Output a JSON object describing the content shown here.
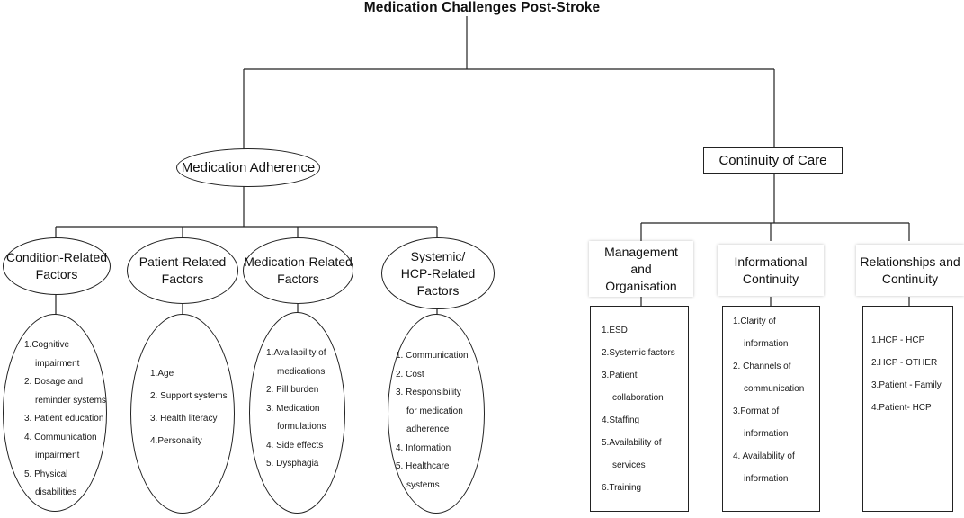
{
  "title": "Medication Challenges Post-Stroke",
  "branches": {
    "adherence": "Medication Adherence",
    "continuity": "Continuity of Care"
  },
  "adherence_categories": [
    {
      "label": "Condition-Related\nFactors",
      "items": [
        "1.Cognitive",
        "impairment",
        "2. Dosage and",
        "reminder systems",
        "3. Patient education",
        "4. Communication",
        "impairment",
        "5. Physical",
        "disabilities"
      ]
    },
    {
      "label": "Patient-Related\nFactors",
      "items": [
        "1.Age",
        "2. Support systems",
        "3. Health literacy",
        "4.Personality"
      ]
    },
    {
      "label": "Medication-Related\nFactors",
      "items": [
        "1.Availability of",
        "medications",
        "2. Pill burden",
        "3. Medication",
        "formulations",
        "4. Side effects",
        "5. Dysphagia"
      ]
    },
    {
      "label": "Systemic/\nHCP-Related\nFactors",
      "items": [
        "1. Communication",
        "2. Cost",
        "3. Responsibility",
        "for medication",
        "adherence",
        "4. Information",
        "5. Healthcare",
        "systems"
      ]
    }
  ],
  "continuity_categories": [
    {
      "label": "Management\nand\nOrganisation",
      "items": [
        "1.ESD",
        "2.Systemic factors",
        "3.Patient",
        "collaboration",
        "4.Staffing",
        "5.Availability of",
        "services",
        "6.Training"
      ]
    },
    {
      "label": "Informational\nContinuity",
      "items": [
        "1.Clarity of",
        "information",
        "2. Channels of",
        "communication",
        "3.Format of",
        "information",
        "4. Availability of",
        "information"
      ]
    },
    {
      "label": "Relationships and\nContinuity",
      "items": [
        "1.HCP - HCP",
        "2.HCP - OTHER",
        "3.Patient - Family",
        "4.Patient- HCP"
      ]
    }
  ]
}
